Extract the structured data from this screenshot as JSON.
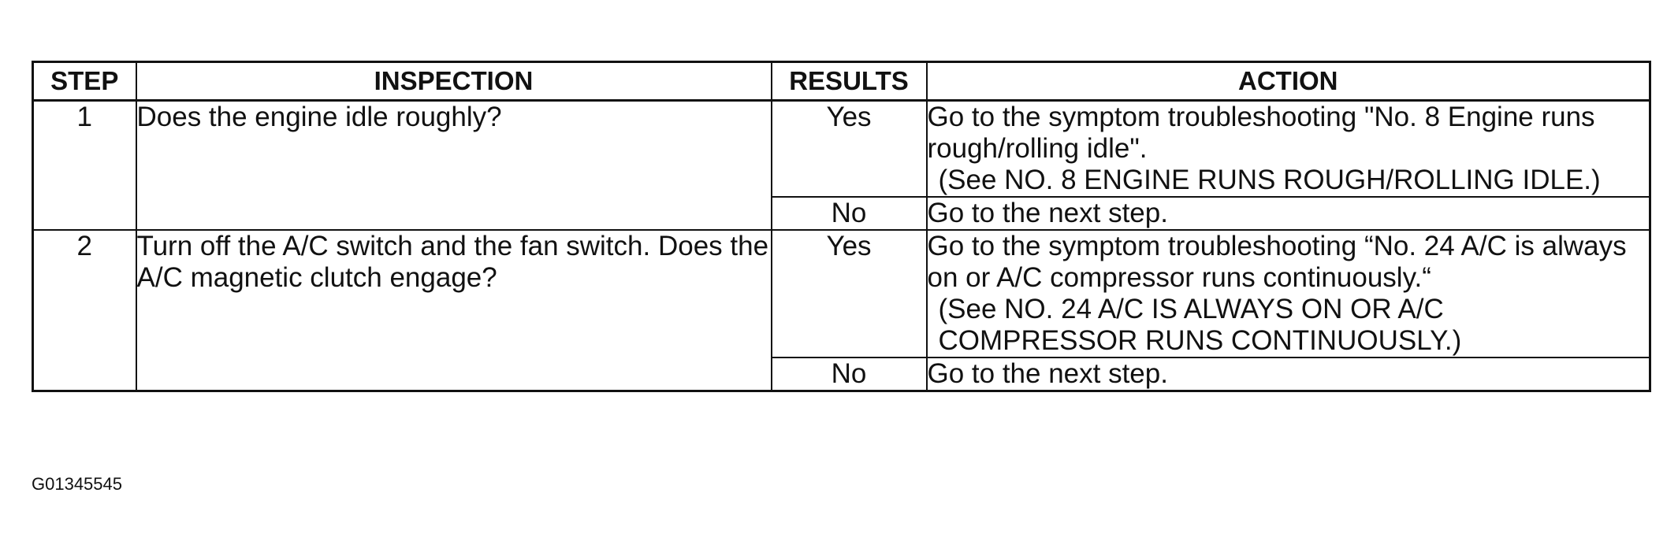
{
  "table": {
    "headers": {
      "step": "STEP",
      "inspection": "INSPECTION",
      "results": "RESULTS",
      "action": "ACTION"
    },
    "steps": [
      {
        "step": "1",
        "inspection_lines": [
          "Does the engine idle roughly?"
        ],
        "results": [
          {
            "result": "Yes",
            "action_lines": [
              "Go to the symptom troubleshooting \"No. 8 Engine runs rough/rolling idle\".",
              "(See NO. 8 ENGINE RUNS ROUGH/ROLLING IDLE.)"
            ]
          },
          {
            "result": "No",
            "action_lines": [
              "Go to the next step."
            ]
          }
        ]
      },
      {
        "step": "2",
        "inspection_lines": [
          "Turn off the A/C switch and the fan switch.",
          "Does the A/C magnetic clutch engage?"
        ],
        "results": [
          {
            "result": "Yes",
            "action_lines": [
              "Go to the symptom troubleshooting “No. 24 A/C is always on or A/C compressor runs continuously.“",
              "(See NO. 24 A/C IS ALWAYS ON OR A/C COMPRESSOR RUNS CONTINUOUSLY.)"
            ]
          },
          {
            "result": "No",
            "action_lines": [
              "Go to the next step."
            ]
          }
        ]
      }
    ]
  },
  "figure_id": "G01345545"
}
